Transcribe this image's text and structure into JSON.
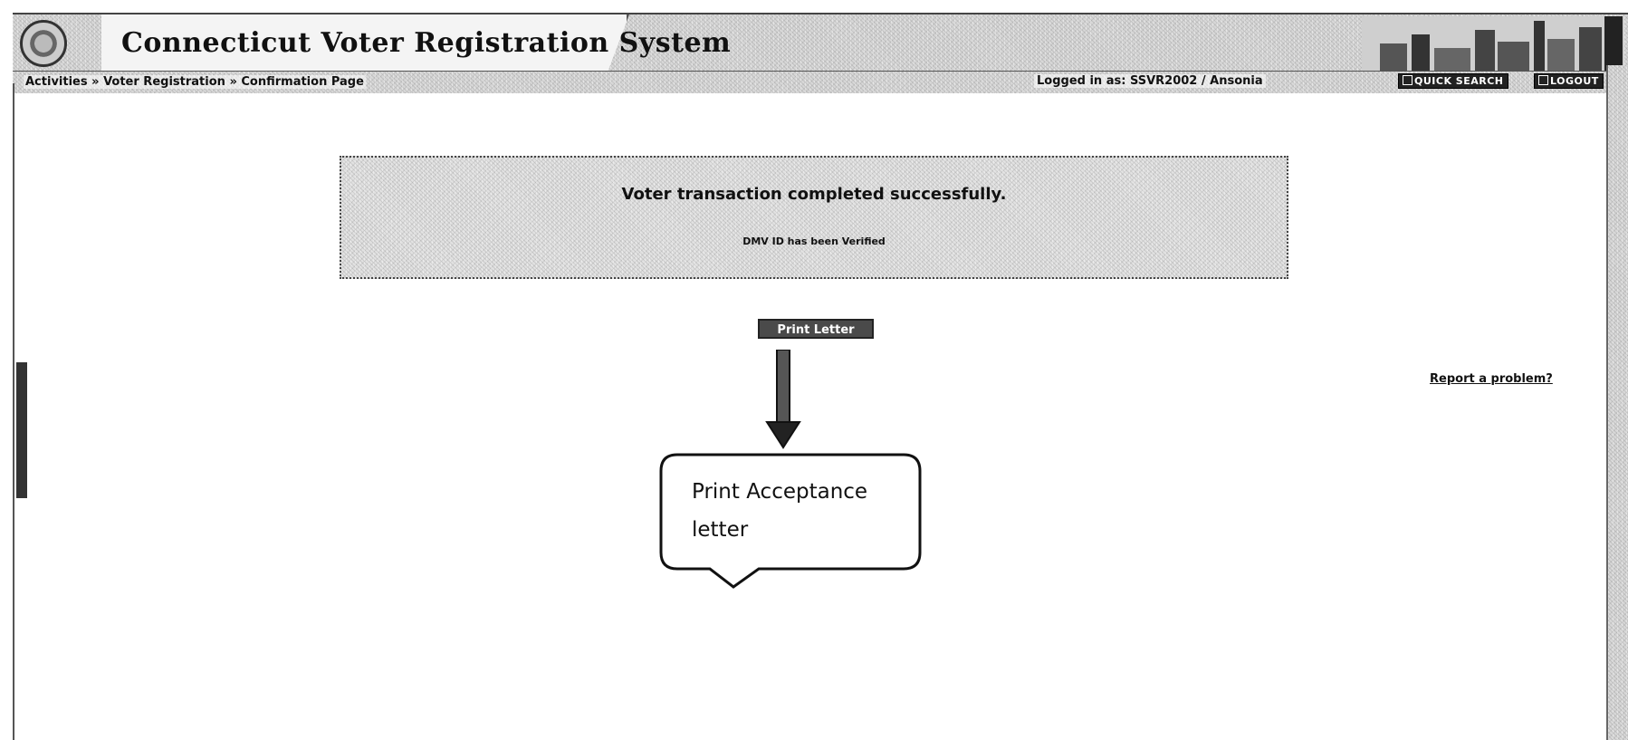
{
  "header": {
    "title": "Connecticut Voter Registration System",
    "logged_in_label": "Logged in as:",
    "logged_in_value": "SSVR2002 / Ansonia",
    "quick_search_label": "QUICK SEARCH",
    "logout_label": "LOGOUT"
  },
  "breadcrumb": {
    "items": [
      "Activities",
      "Voter Registration",
      "Confirmation Page"
    ],
    "separator": "»"
  },
  "confirmation": {
    "message": "Voter transaction completed successfully.",
    "sub_message": "DMV ID has been Verified"
  },
  "actions": {
    "print_letter_label": "Print Letter"
  },
  "callout": {
    "line1": "Print Acceptance",
    "line2": "letter"
  },
  "links": {
    "report_problem": "Report a problem?"
  },
  "colors": {
    "header_texture": "#d8d8d8",
    "button_dark": "#4a4a4a",
    "text": "#111111"
  }
}
